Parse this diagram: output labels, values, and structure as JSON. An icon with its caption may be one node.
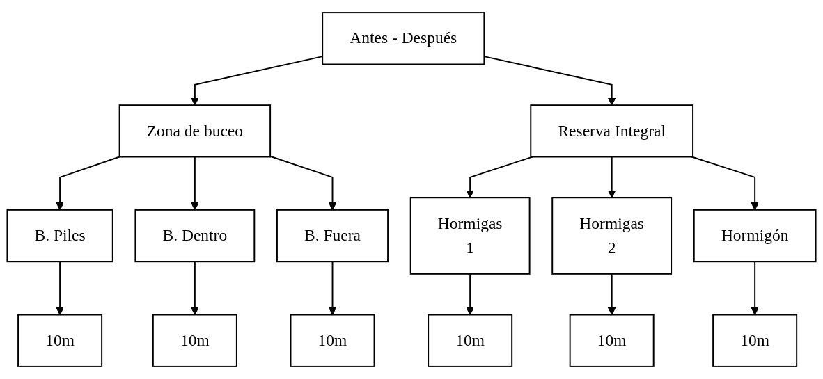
{
  "diagram": {
    "nodes": [
      {
        "text": [
          "Antes - Después"
        ]
      },
      {
        "text": [
          "Zona de buceo"
        ]
      },
      {
        "text": [
          "Reserva Integral"
        ]
      },
      {
        "text": [
          "B. Piles"
        ]
      },
      {
        "text": [
          "B. Dentro"
        ]
      },
      {
        "text": [
          "B. Fuera"
        ]
      },
      {
        "text": [
          "Hormigas",
          "1"
        ]
      },
      {
        "text": [
          "Hormigas",
          "2"
        ]
      },
      {
        "text": [
          "Hormigón"
        ]
      },
      {
        "text": [
          "10m"
        ]
      },
      {
        "text": [
          "10m"
        ]
      },
      {
        "text": [
          "10m"
        ]
      },
      {
        "text": [
          "10m"
        ]
      },
      {
        "text": [
          "10m"
        ]
      },
      {
        "text": [
          "10m"
        ]
      }
    ],
    "edges": [
      {
        "from": 0,
        "to": 1,
        "arrow": "to"
      },
      {
        "from": 0,
        "to": 2,
        "arrow": "to"
      },
      {
        "from": 1,
        "to": 3,
        "arrow": "to"
      },
      {
        "from": 1,
        "to": 4,
        "arrow": "to"
      },
      {
        "from": 1,
        "to": 5,
        "arrow": "to"
      },
      {
        "from": 2,
        "to": 6,
        "arrow": "to"
      },
      {
        "from": 2,
        "to": 7,
        "arrow": "to"
      },
      {
        "from": 2,
        "to": 8,
        "arrow": "to"
      },
      {
        "from": 3,
        "to": 9,
        "arrow": "to"
      },
      {
        "from": 4,
        "to": 10,
        "arrow": "to"
      },
      {
        "from": 5,
        "to": 11,
        "arrow": "to"
      },
      {
        "from": 6,
        "to": 12,
        "arrow": "to"
      },
      {
        "from": 7,
        "to": 13,
        "arrow": "to"
      },
      {
        "from": 8,
        "to": 14,
        "arrow": "to"
      }
    ]
  }
}
